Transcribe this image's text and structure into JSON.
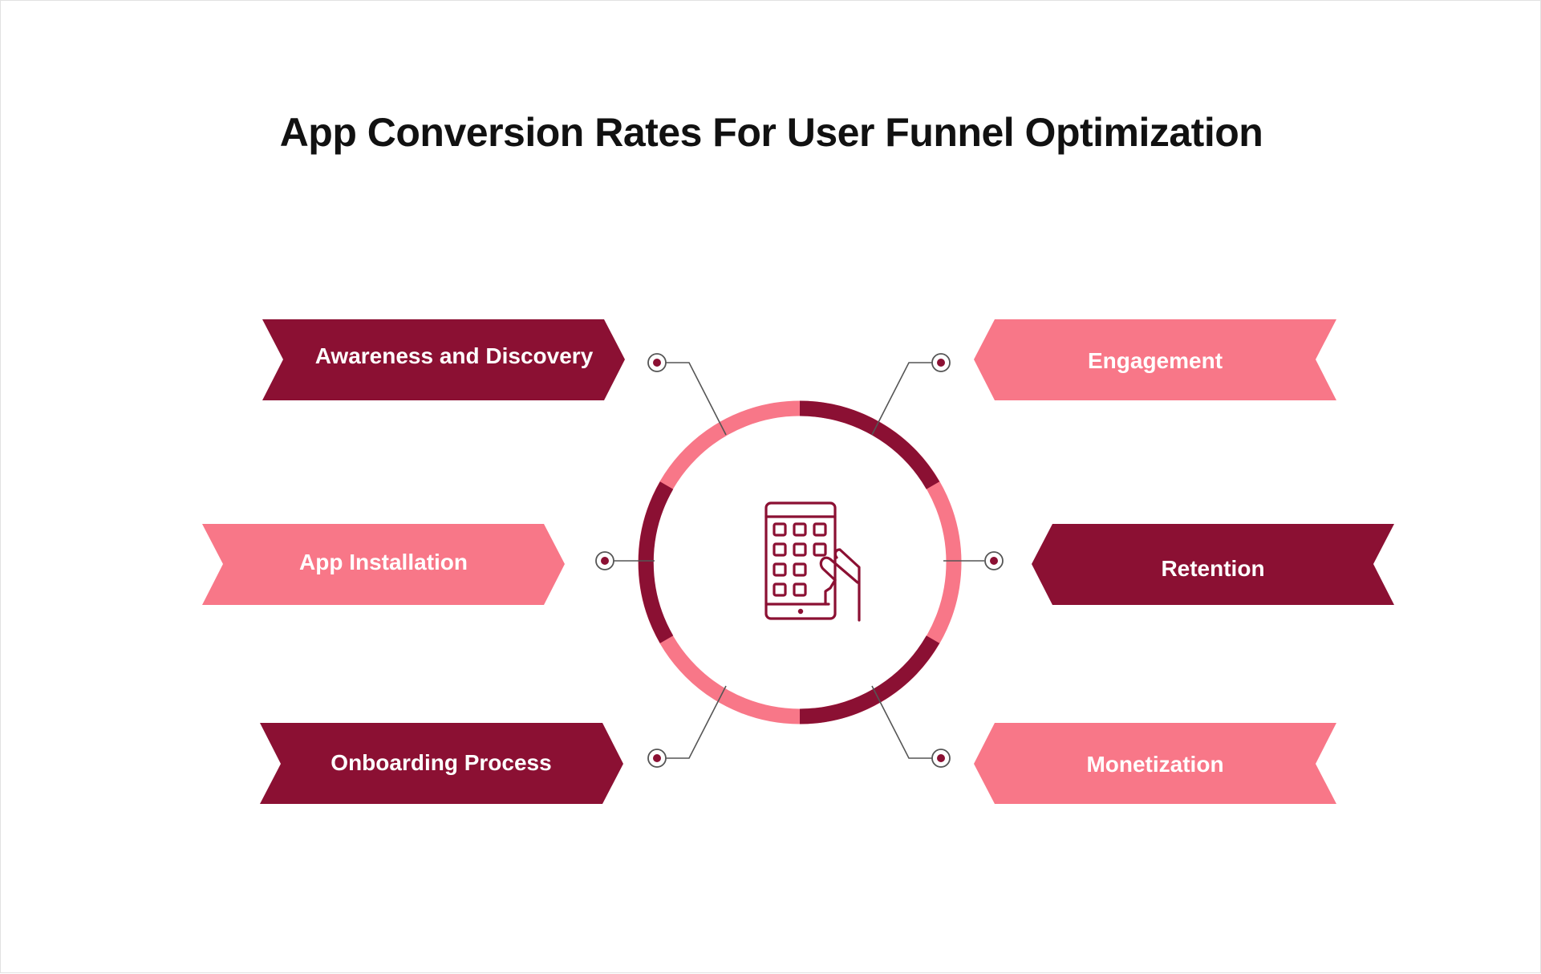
{
  "title": "App Conversion Rates For User Funnel Optimization",
  "colors": {
    "dark": "#8b1033",
    "light": "#f87788",
    "connector": "#555555",
    "title": "#111111"
  },
  "center_icon": "smartphone-touch-icon",
  "stages": {
    "awareness": "Awareness and Discovery",
    "installation": "App Installation",
    "onboarding": "Onboarding Process",
    "engagement": "Engagement",
    "retention": "Retention",
    "monetization": "Monetization"
  }
}
